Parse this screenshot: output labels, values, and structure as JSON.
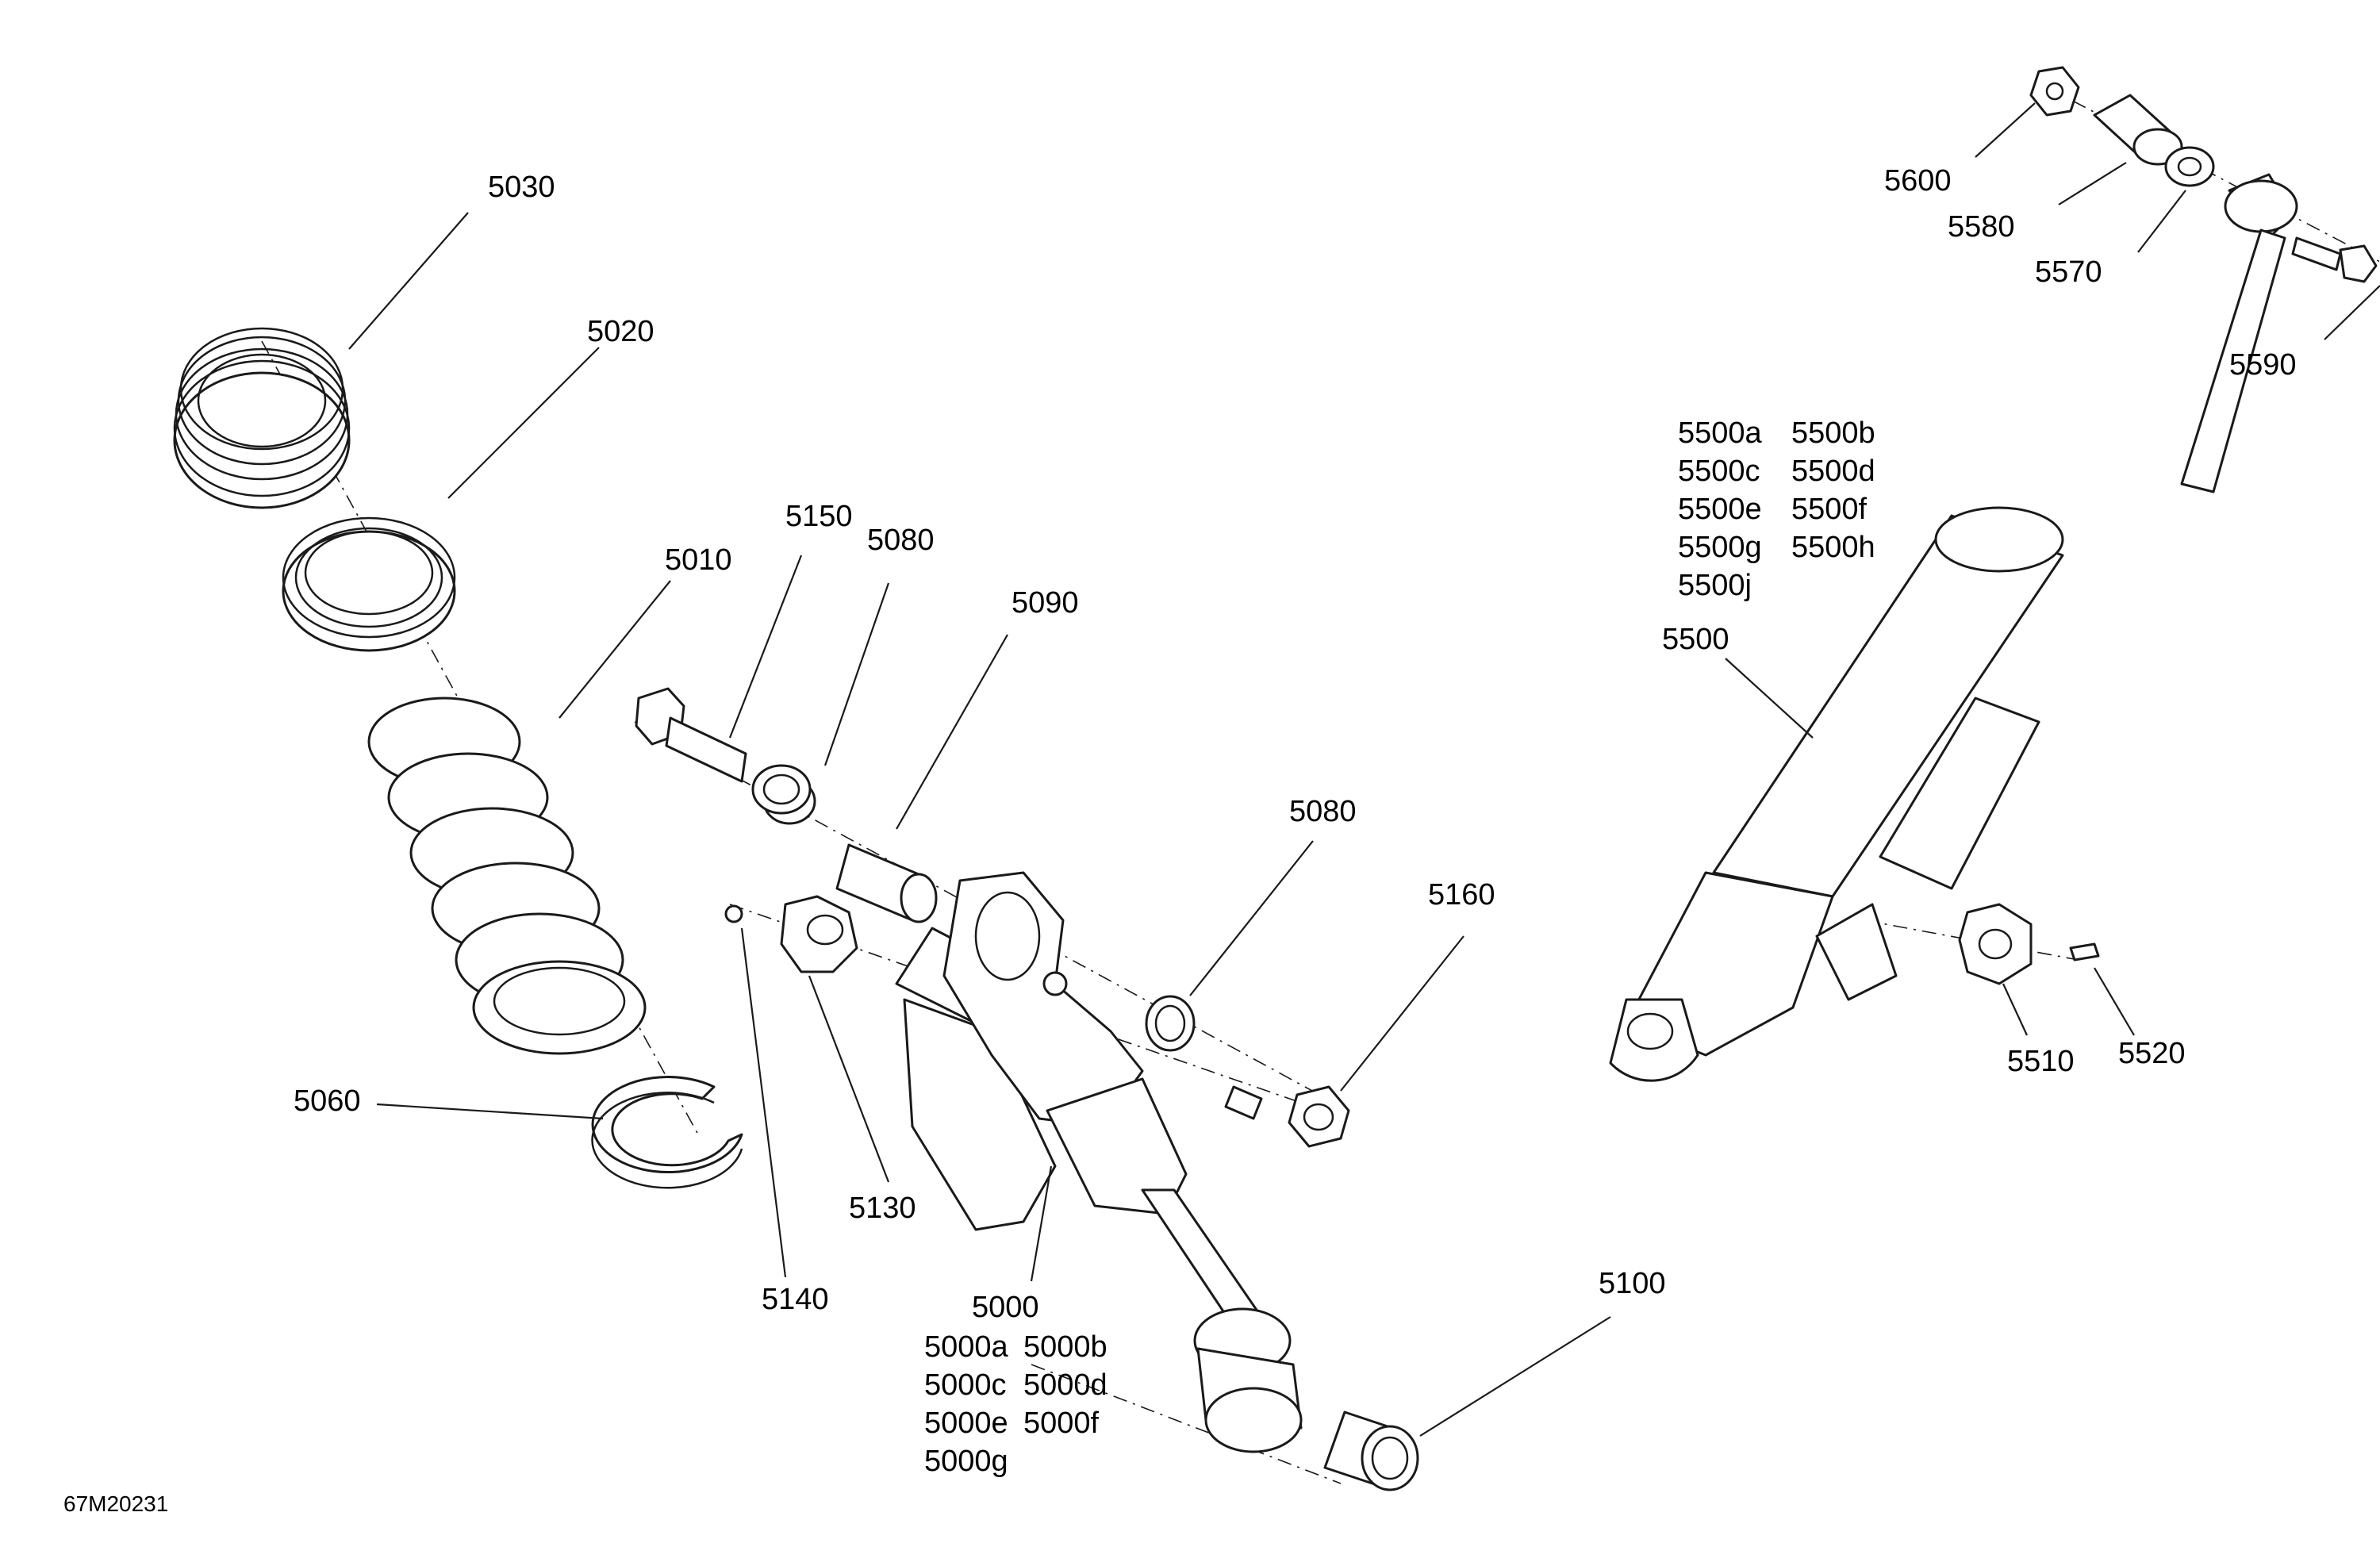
{
  "labels": {
    "l5030": "5030",
    "l5020": "5020",
    "l5010": "5010",
    "l5060": "5060",
    "l5150": "5150",
    "l5080a": "5080",
    "l5090": "5090",
    "l5080b": "5080",
    "l5160": "5160",
    "l5130": "5130",
    "l5140": "5140",
    "l5000": "5000",
    "l5100": "5100",
    "l5600": "5600",
    "l5580": "5580",
    "l5570": "5570",
    "l5590": "5590",
    "l5500": "5500",
    "l5510": "5510",
    "l5520": "5520"
  },
  "variants_5000": [
    "5000a",
    "5000b",
    "5000c",
    "5000d",
    "5000e",
    "5000f",
    "5000g"
  ],
  "variants_5500": [
    "5500a",
    "5500b",
    "5500c",
    "5500d",
    "5500e",
    "5500f",
    "5500g",
    "5500h",
    "5500j"
  ],
  "drawing_code": "67M20231"
}
